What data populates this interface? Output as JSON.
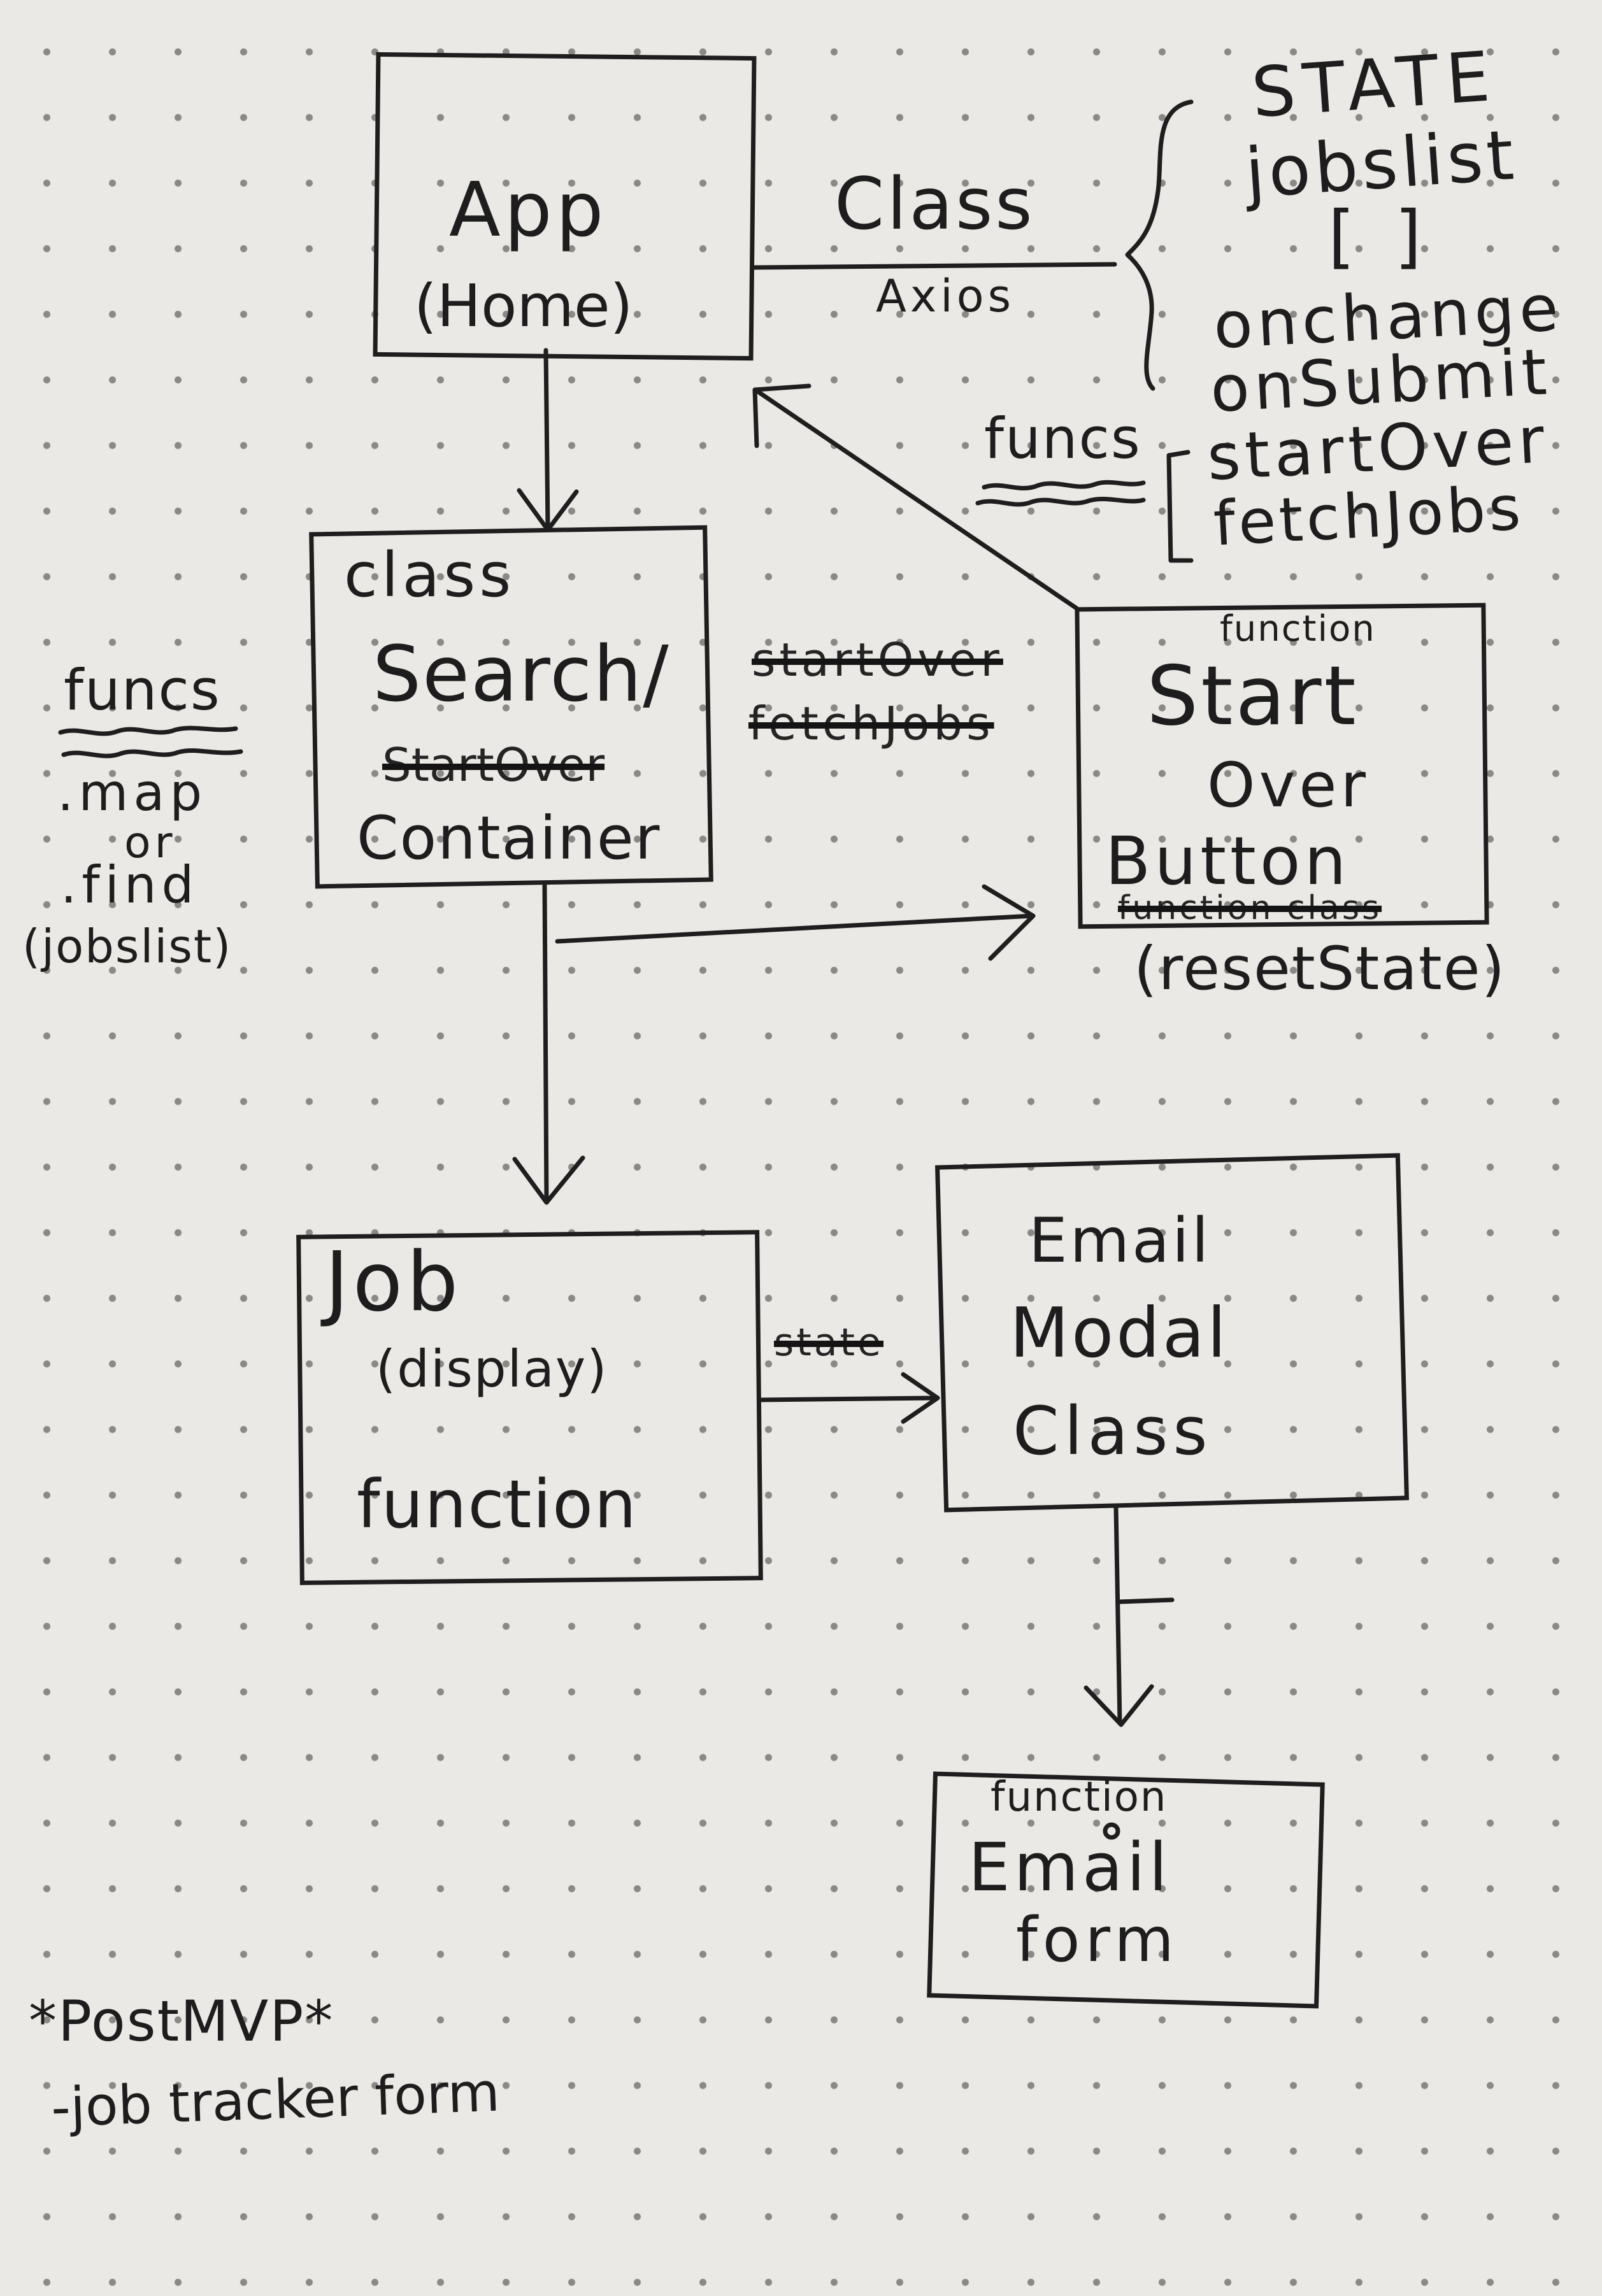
{
  "diagram": {
    "nodes": {
      "app": {
        "title": "App",
        "subtitle": "(Home)"
      },
      "search": {
        "label_top": "class",
        "title": "Search/",
        "struck": "StartOver",
        "bottom": "Container"
      },
      "start_over": {
        "tag": "function",
        "title": "Start",
        "line2": "Over",
        "line3": "Button",
        "struck": "function class"
      },
      "job": {
        "title": "Job",
        "subtitle": "(display)",
        "bottom": "function"
      },
      "email_modal": {
        "line1": "Email",
        "line2": "Modal",
        "line3": "Class"
      },
      "email_form": {
        "tag": "function",
        "line1": "Email",
        "line2": "form"
      }
    },
    "app_annotation": {
      "class_label": "Class",
      "axios_label": "Axios",
      "state": {
        "heading": "STATE",
        "items": [
          "jobslist",
          "[ ]",
          "onchange",
          "onSubmit",
          "startOver",
          "fetchJobs"
        ]
      },
      "funcs_label": "funcs"
    },
    "search_annotation": {
      "funcs_label": "funcs",
      "items": [
        ".map",
        "or",
        ".find",
        "(jobslist)"
      ]
    },
    "edge_labels": {
      "search_to_startover_struck_1": "startOver",
      "search_to_startover_struck_2": "fetchJobs",
      "startover_note": "(resetState)",
      "job_to_modal_struck": "state"
    },
    "footer": {
      "post_mvp": "*PostMVP*",
      "item": "-job tracker form"
    }
  }
}
